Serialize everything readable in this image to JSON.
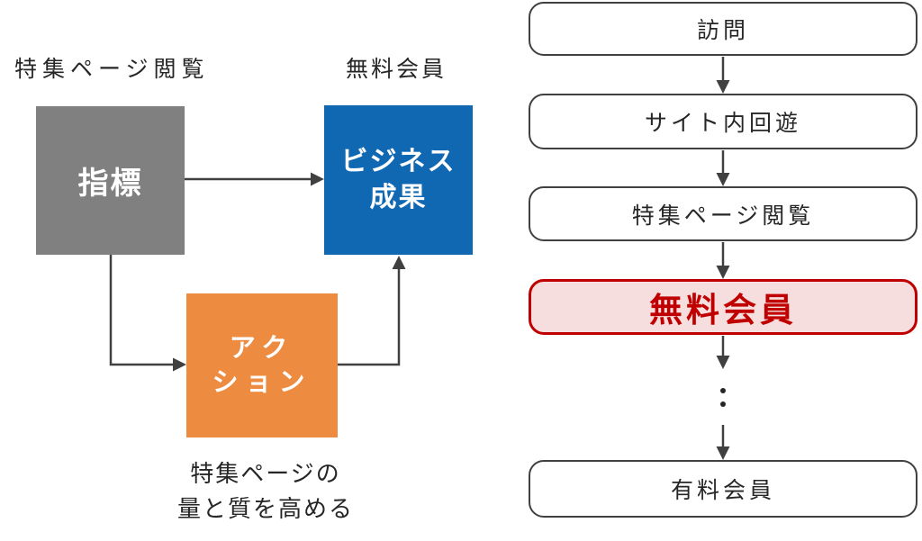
{
  "left_diagram": {
    "label_top_left": "特集ページ閲覧",
    "label_top_right": "無料会員",
    "indicator_box": "指標",
    "business_box": {
      "line1": "ビジネス",
      "line2": "成果"
    },
    "action_box": {
      "line1": "アク",
      "line2": "ション"
    },
    "caption": {
      "line1": "特集ページの",
      "line2": "量と質を高める"
    }
  },
  "funnel": {
    "steps": [
      {
        "label": "訪問",
        "highlighted": false
      },
      {
        "label": "サイト内回遊",
        "highlighted": false
      },
      {
        "label": "特集ページ閲覧",
        "highlighted": false
      },
      {
        "label": "無料会員",
        "highlighted": true
      },
      {
        "label": "有料会員",
        "highlighted": false
      }
    ],
    "ellipsis": "⋮"
  },
  "colors": {
    "indicator_gray": "#808080",
    "business_blue": "#1168B2",
    "action_orange": "#ED8B40",
    "highlight_red": "#C00000",
    "highlight_pink_fill": "#F5DEDD",
    "arrow_dark_gray": "#404040",
    "text_dark": "#262626"
  }
}
